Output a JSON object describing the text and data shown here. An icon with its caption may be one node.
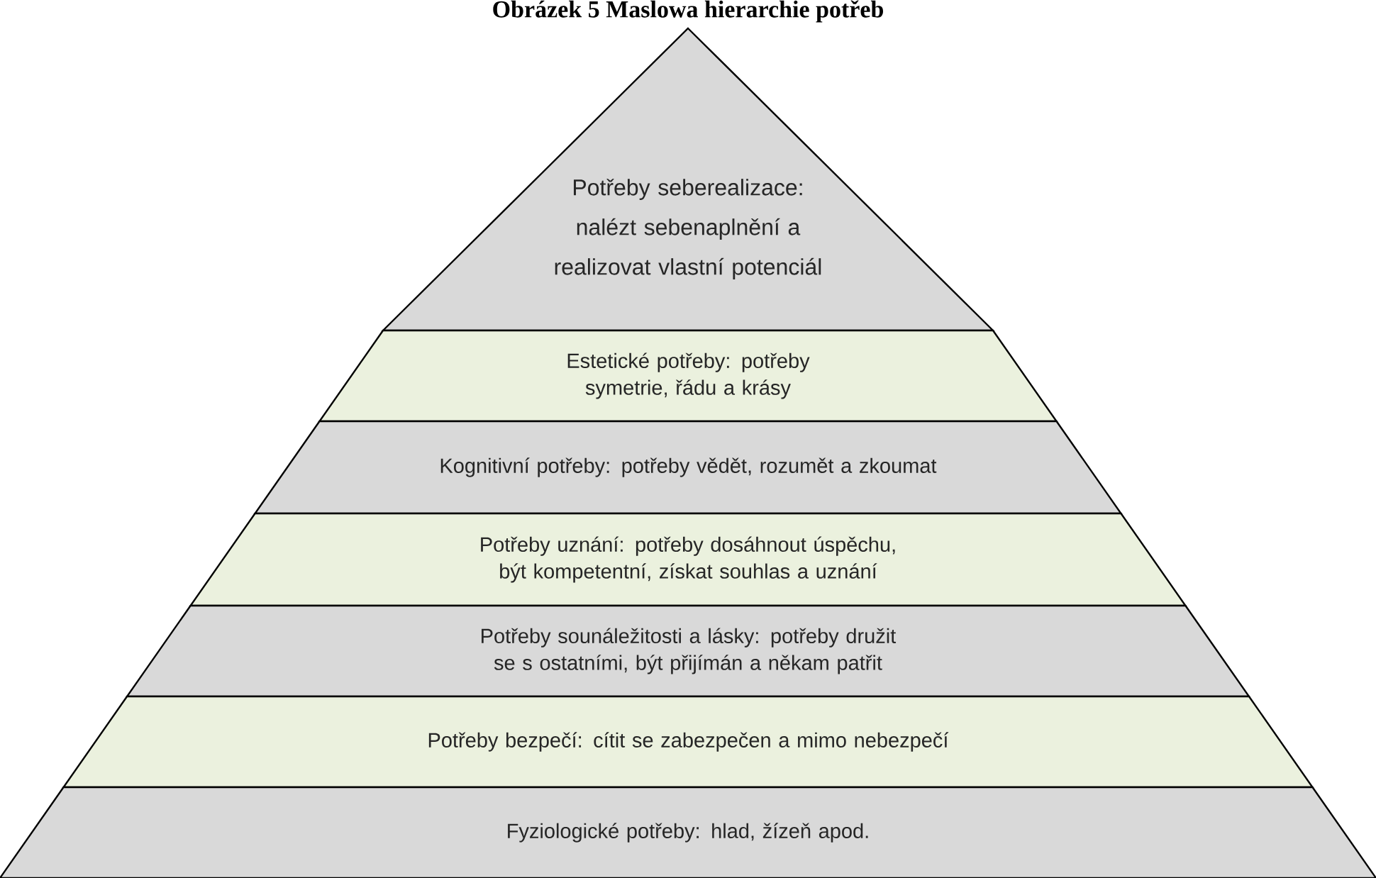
{
  "diagram": {
    "title": "Obrázek 5 Maslowa hierarchie potřeb",
    "nodes": [
      {
        "text": [
          "Potřeby seberealizace: nalézt sebenaplnění a realizovat vlastní potenciál"
        ]
      },
      {
        "text": [
          "Estetické potřeby: potřeby symetrie, řádu a krásy"
        ]
      },
      {
        "text": [
          "Kognitivní potřeby: potřeby vědět, rozumět a zkoumat"
        ]
      },
      {
        "text": [
          "Potřeby uznání: potřeby dosáhnout úspěchu, být kompetentní, získat souhlas a uznání"
        ]
      },
      {
        "text": [
          "Potřeby sounáležitosti a lásky: potřeby družit se s ostatními, být přijímán a někam patřit"
        ]
      },
      {
        "text": [
          "Potřeby bezpečí: cítit se zabezpečen a mimo nebezpečí"
        ]
      },
      {
        "text": [
          "Fyziologické potřeby: hlad, žízeň apod."
        ]
      }
    ]
  }
}
